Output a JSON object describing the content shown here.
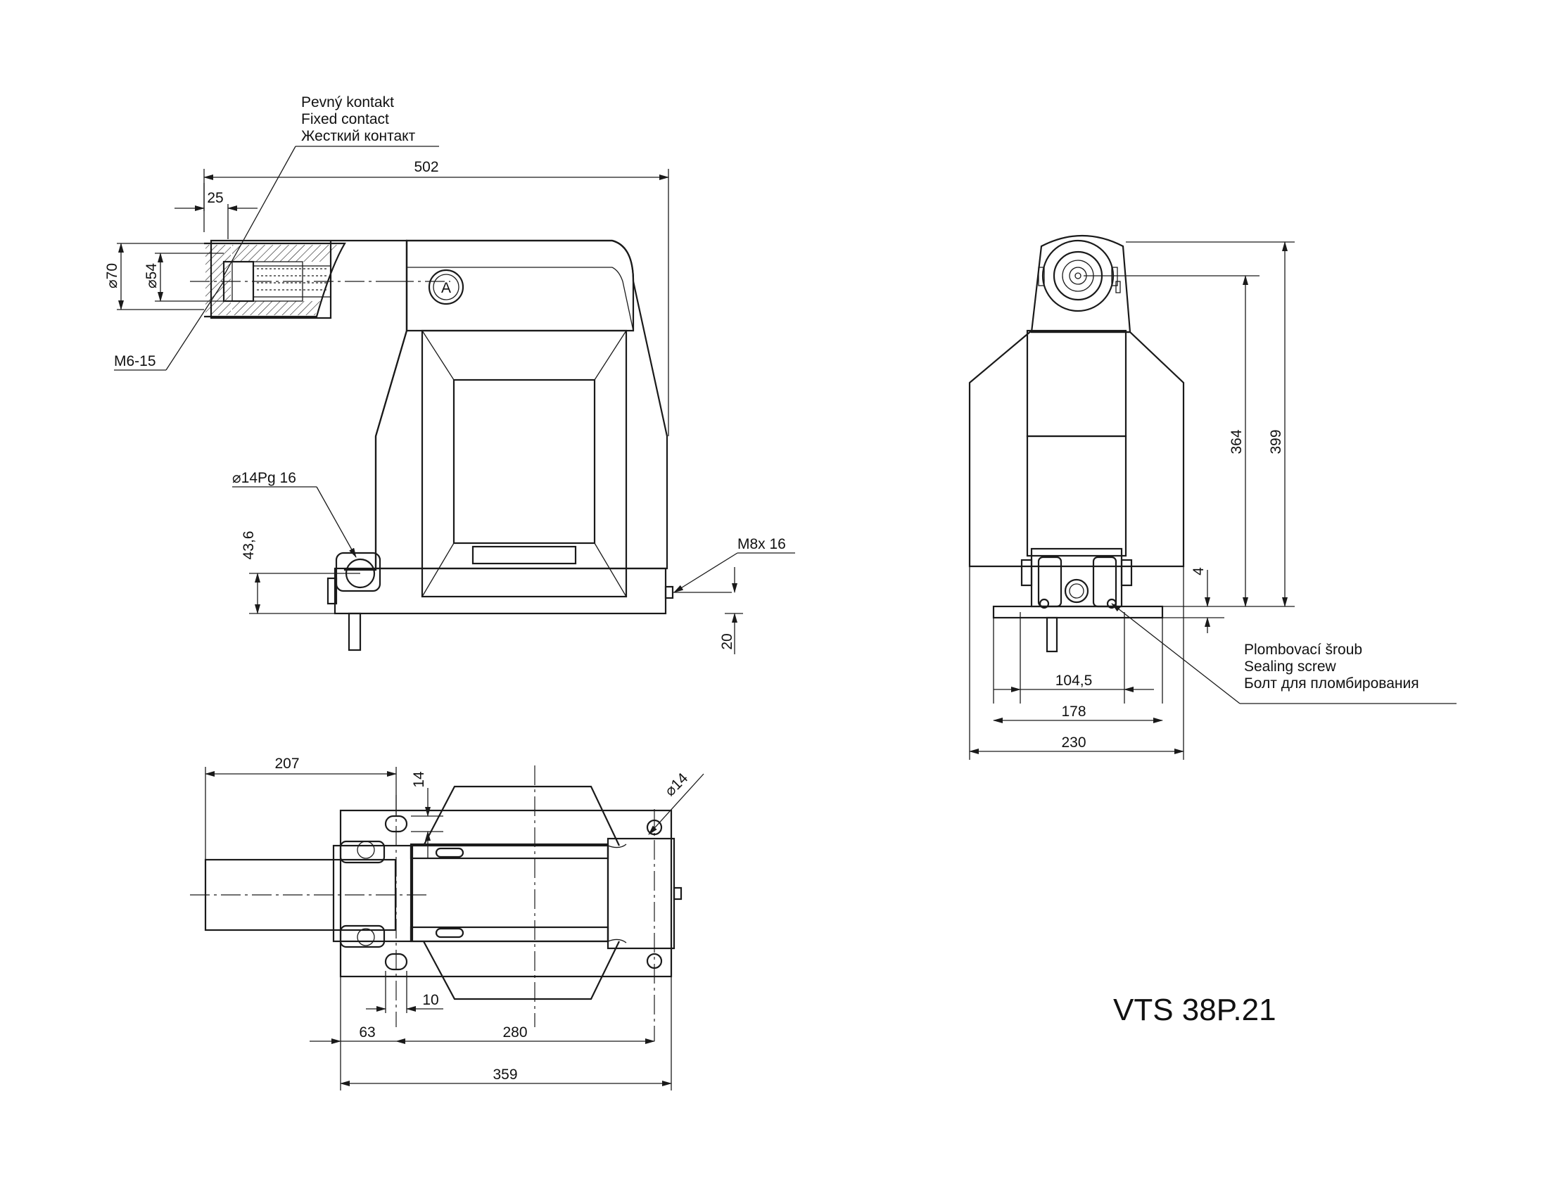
{
  "title": "VTS 38P.21",
  "labels": {
    "fixed_contact_cz": "Pevný kontakt",
    "fixed_contact_en": "Fixed contact",
    "fixed_contact_ru": "Жесткий контакт",
    "sealing_cz": "Plombovací šroub",
    "sealing_en": "Sealing screw",
    "sealing_ru": "Болт для пломбирования",
    "thread_m6": "M6-15",
    "cable_gland": "⌀14Pg 16",
    "thread_m8": "M8x 16",
    "terminal_mark": "A"
  },
  "dimensions": {
    "d502": "502",
    "d25": "25",
    "d70": "⌀70",
    "d54": "⌀54",
    "d43_6": "43,6",
    "d20": "20",
    "d364": "364",
    "d399": "399",
    "d4": "4",
    "d104_5": "104,5",
    "d178": "178",
    "d230": "230",
    "d207": "207",
    "d14": "14",
    "d14dia": "⌀14",
    "d10": "10",
    "d63": "63",
    "d280": "280",
    "d359": "359"
  }
}
